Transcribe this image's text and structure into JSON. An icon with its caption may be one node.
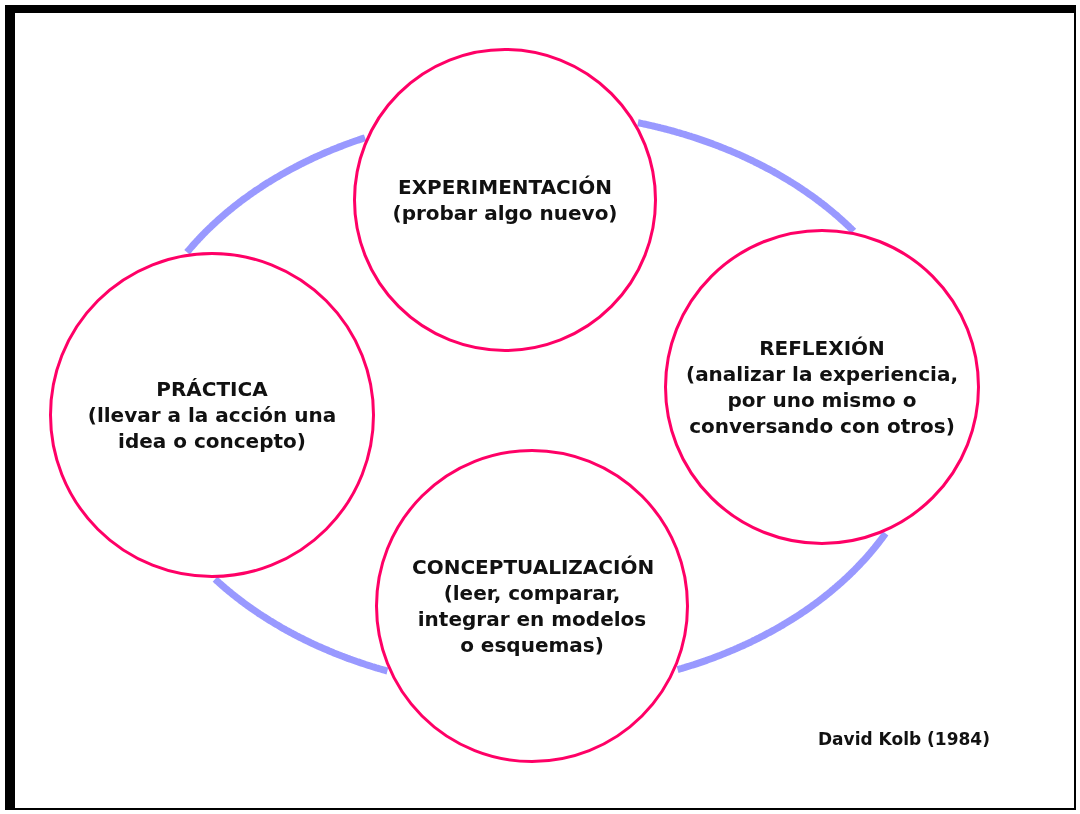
{
  "diagram": {
    "nodes": [
      {
        "text": [
          "EXPERIMENTACIÓN",
          "(probar algo nuevo)"
        ]
      },
      {
        "text": [
          "REFLEXIÓN",
          "(analizar la experiencia, por uno mismo o conversando con otros)"
        ]
      },
      {
        "text": [
          "CONCEPTUALIZACIÓN",
          "(leer, comparar, integrar en modelos o esquemas)"
        ]
      },
      {
        "text": [
          "PRÁCTICA",
          "(llevar a la acción una idea o concepto)"
        ]
      }
    ],
    "edges": [
      {
        "from": 0,
        "to": 1,
        "arrow": "none"
      },
      {
        "from": 1,
        "to": 2,
        "arrow": "none"
      },
      {
        "from": 2,
        "to": 3,
        "arrow": "none"
      },
      {
        "from": 3,
        "to": 0,
        "arrow": "none"
      }
    ],
    "labels": [
      "David Kolb (1984)"
    ]
  }
}
